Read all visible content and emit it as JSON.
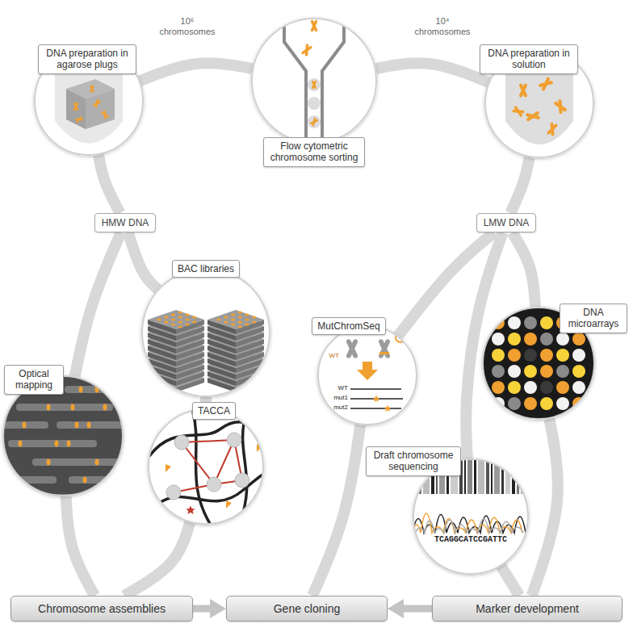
{
  "diagram": {
    "nodes": [
      {
        "text": [
          "Flow cytometric chromosome sorting"
        ]
      },
      {
        "text": [
          "DNA preparation in agarose plugs"
        ]
      },
      {
        "text": [
          "DNA preparation in solution"
        ]
      },
      {
        "text": [
          "HMW DNA"
        ]
      },
      {
        "text": [
          "LMW DNA"
        ]
      },
      {
        "text": [
          "BAC libraries"
        ]
      },
      {
        "text": [
          "MutChromSeq"
        ]
      },
      {
        "text": [
          "DNA microarrays"
        ]
      },
      {
        "text": [
          "Optical mapping"
        ]
      },
      {
        "text": [
          "TACCA"
        ]
      },
      {
        "text": [
          "Draft chromosome sequencing"
        ]
      },
      {
        "text": [
          "Chromosome assemblies"
        ]
      },
      {
        "text": [
          "Gene cloning"
        ]
      },
      {
        "text": [
          "Marker development"
        ]
      }
    ],
    "edges": [
      {
        "from": 0,
        "to": 1,
        "label": "10⁶ chromosomes",
        "arrow": "none"
      },
      {
        "from": 0,
        "to": 2,
        "label": "10⁴ chromosomes",
        "arrow": "none"
      },
      {
        "from": 1,
        "to": 3,
        "arrow": "none"
      },
      {
        "from": 2,
        "to": 4,
        "arrow": "none"
      },
      {
        "from": 3,
        "to": 8,
        "arrow": "none"
      },
      {
        "from": 3,
        "to": 5,
        "arrow": "none"
      },
      {
        "from": 5,
        "to": 9,
        "arrow": "none"
      },
      {
        "from": 8,
        "to": 11,
        "arrow": "none"
      },
      {
        "from": 9,
        "to": 11,
        "arrow": "none"
      },
      {
        "from": 4,
        "to": 6,
        "arrow": "none"
      },
      {
        "from": 4,
        "to": 10,
        "arrow": "none"
      },
      {
        "from": 4,
        "to": 7,
        "arrow": "none"
      },
      {
        "from": 6,
        "to": 12,
        "arrow": "none"
      },
      {
        "from": 10,
        "to": 13,
        "arrow": "none"
      },
      {
        "from": 7,
        "to": 13,
        "arrow": "none"
      },
      {
        "from": 11,
        "to": 12,
        "arrow": "to"
      },
      {
        "from": 13,
        "to": 12,
        "arrow": "to"
      }
    ],
    "labels": [
      "WT",
      "WT",
      "mut1",
      "mut2",
      "TCAGGCATCCGATTC"
    ]
  }
}
